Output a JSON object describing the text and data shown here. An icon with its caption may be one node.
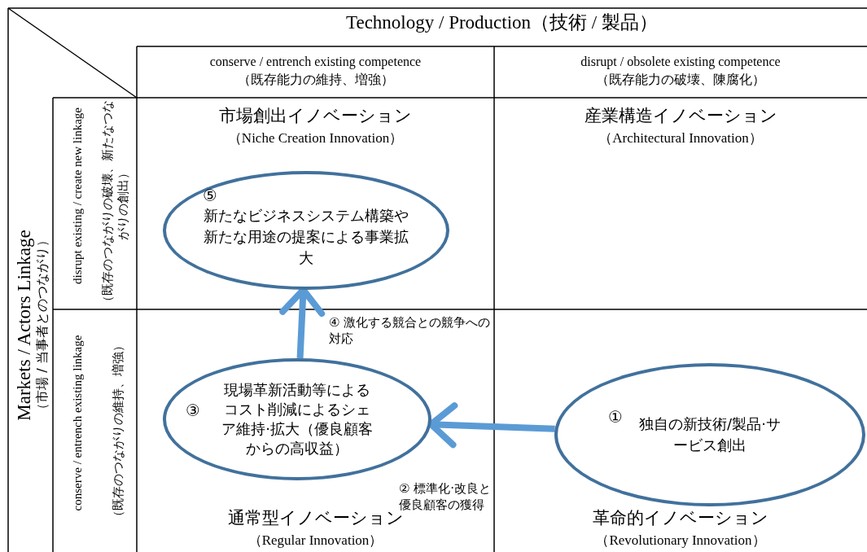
{
  "diagram": {
    "nodes": [
      {
        "text": [
          "市場創出イノベーション",
          "（Niche Creation Innovation）"
        ]
      },
      {
        "text": [
          "産業構造イノベーション",
          "（Architectural Innovation）"
        ]
      },
      {
        "text": [
          "通常型イノベーション",
          "（Regular Innovation）"
        ]
      },
      {
        "text": [
          "革命的イノベーション",
          "（Revolutionary Innovation）"
        ]
      },
      {
        "text": [
          "⑤",
          "新たなビジネスシステム構築や新たな用途の提案による事業拡大"
        ],
        "in": 0
      },
      {
        "text": [
          "③",
          "現場革新活動等によるコスト削減によるシェア維持·拡大（優良顧客からの高収益）"
        ],
        "in": 2
      },
      {
        "text": [
          "①",
          "独自の新技術/製品·サービス創出"
        ],
        "in": 3
      }
    ],
    "edges": [
      {
        "from": 6,
        "to": 5,
        "arrow": "to",
        "label": "② 標準化·改良と優良顧客の獲得"
      },
      {
        "from": 5,
        "to": 4,
        "arrow": "to",
        "label": "④ 激化する競合との競争への対応"
      }
    ],
    "labels": [
      "Technology / Production（技術 / 製品）",
      "conserve / entrench existing competence",
      "（既存能力の維持、増強）",
      "disrupt / obsolete existing competence",
      "（既存能力の破壊、陳腐化）",
      "Markets / Actors Linkage",
      "（市場 / 当事者とのつながり）",
      "disrupt existing / create new linkage",
      "（既存のつながりの破壊、新たなつながりの創出）",
      "conserve / entrench existing linkage",
      "（既存のつながりの維持、増強）"
    ]
  }
}
